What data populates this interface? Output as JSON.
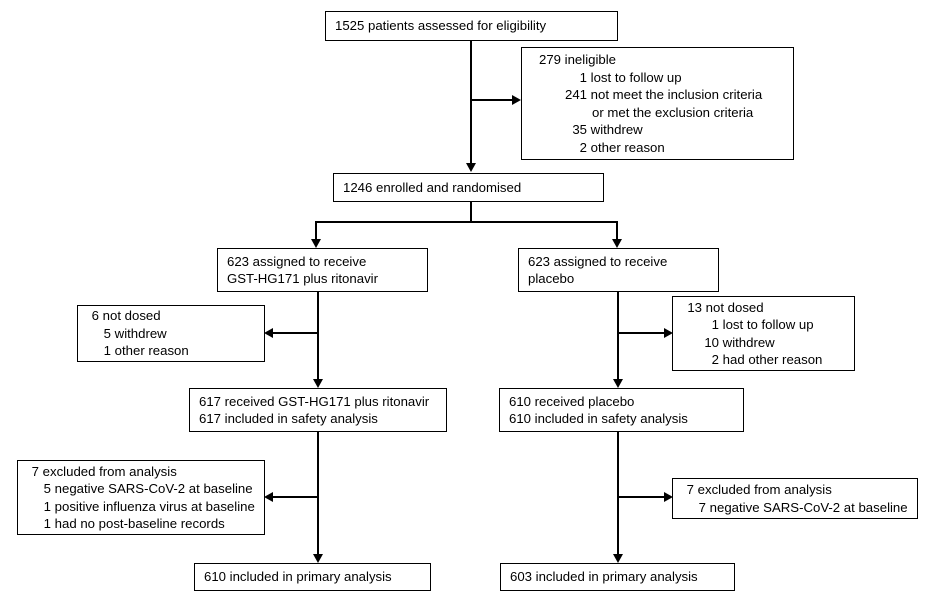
{
  "diagram": {
    "title": "CONSORT participant flow diagram",
    "type": "flowchart",
    "nodes": {
      "assessed": {
        "label": "1525 patients assessed for eligibility",
        "count": "1525"
      },
      "ineligible": {
        "header": "279 ineligible",
        "header_num": "279",
        "header_txt": " ineligible",
        "items": [
          {
            "num": "1",
            "txt": " lost to follow up"
          },
          {
            "num": "241",
            "txt": " not meet the inclusion criteria"
          },
          {
            "num": "",
            "txt": "or met the exclusion criteria"
          },
          {
            "num": "35",
            "txt": " withdrew"
          },
          {
            "num": "2",
            "txt": " other reason"
          }
        ]
      },
      "enrolled": {
        "label": "1246 enrolled and randomised",
        "count": "1246"
      },
      "assigned_treatment": {
        "line1": "623 assigned to receive",
        "line2": "GST-HG171 plus ritonavir",
        "count": "623"
      },
      "assigned_placebo": {
        "line1": "623 assigned to receive",
        "line2": "placebo",
        "count": "623"
      },
      "not_dosed_treatment": {
        "header_num": "6",
        "header_txt": " not dosed",
        "items": [
          {
            "num": "5",
            "txt": " withdrew"
          },
          {
            "num": "1",
            "txt": " other reason"
          }
        ]
      },
      "not_dosed_placebo": {
        "header_num": "13",
        "header_txt": " not dosed",
        "items": [
          {
            "num": "1",
            "txt": " lost to follow up"
          },
          {
            "num": "10",
            "txt": " withdrew"
          },
          {
            "num": "2",
            "txt": " had other reason"
          }
        ]
      },
      "received_treatment": {
        "line1": "617 received GST-HG171 plus ritonavir",
        "line2": "617 included in safety analysis"
      },
      "received_placebo": {
        "line1": "610 received placebo",
        "line2": "610 included in safety analysis"
      },
      "excluded_treatment": {
        "header_num": "7",
        "header_txt": " excluded from analysis",
        "items": [
          {
            "num": "5",
            "txt": " negative SARS-CoV-2 at baseline"
          },
          {
            "num": "1",
            "txt": " positive influenza virus at baseline"
          },
          {
            "num": "1",
            "txt": " had no post-baseline records"
          }
        ]
      },
      "excluded_placebo": {
        "header_num": "7",
        "header_txt": " excluded from analysis",
        "items": [
          {
            "num": "7",
            "txt": " negative SARS-CoV-2 at baseline"
          }
        ]
      },
      "primary_treatment": {
        "label": "610 included in primary analysis",
        "count": "610"
      },
      "primary_placebo": {
        "label": "603 included in primary analysis",
        "count": "603"
      }
    },
    "colors": {
      "stroke": "#000000",
      "background": "#ffffff",
      "text": "#000000"
    }
  }
}
